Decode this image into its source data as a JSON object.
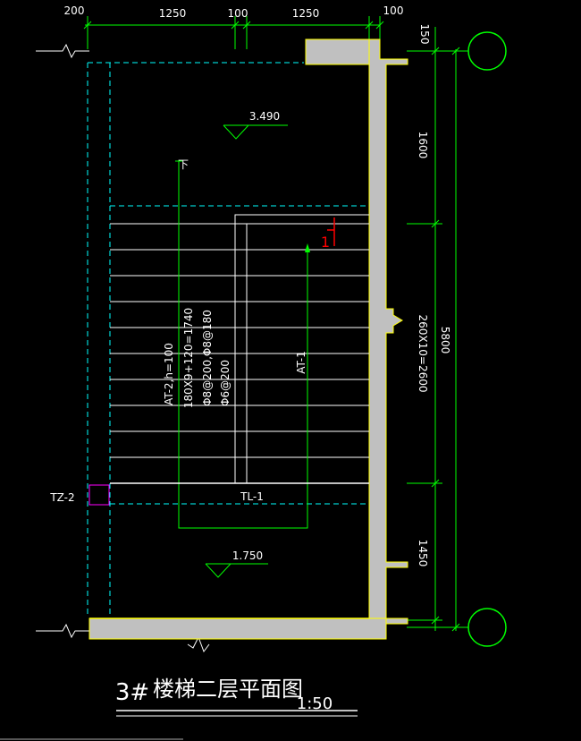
{
  "drawing": {
    "title_number": "3#",
    "title": "楼梯二层平面图",
    "scale": "1:50"
  },
  "dimensions": {
    "top": [
      "200",
      "1250",
      "100",
      "1250",
      "100"
    ],
    "right": [
      "150",
      "1600",
      "260X10=2600",
      "5800",
      "1450"
    ]
  },
  "elevations": {
    "upper": "3.490",
    "lower": "1.750"
  },
  "labels": {
    "down_arrow": "下",
    "up_flight": "AT-1",
    "section_mark": "1",
    "beam": "TL-1",
    "column": "TZ-2",
    "spec_lines": [
      "AT-2,h=100",
      "180X9+120=1740",
      "Φ8@200,Φ8@180",
      "Φ6@200"
    ]
  },
  "colors": {
    "background": "#000000",
    "dimension": "#00ff00",
    "linework": "#ffffff",
    "text": "#ffffff",
    "hidden_line": "#00ffff",
    "wall_fill": "#c0c0c0",
    "wall_edge": "#ffff00",
    "section_mark": "#ff0000",
    "column_marker": "#ff00ff"
  }
}
